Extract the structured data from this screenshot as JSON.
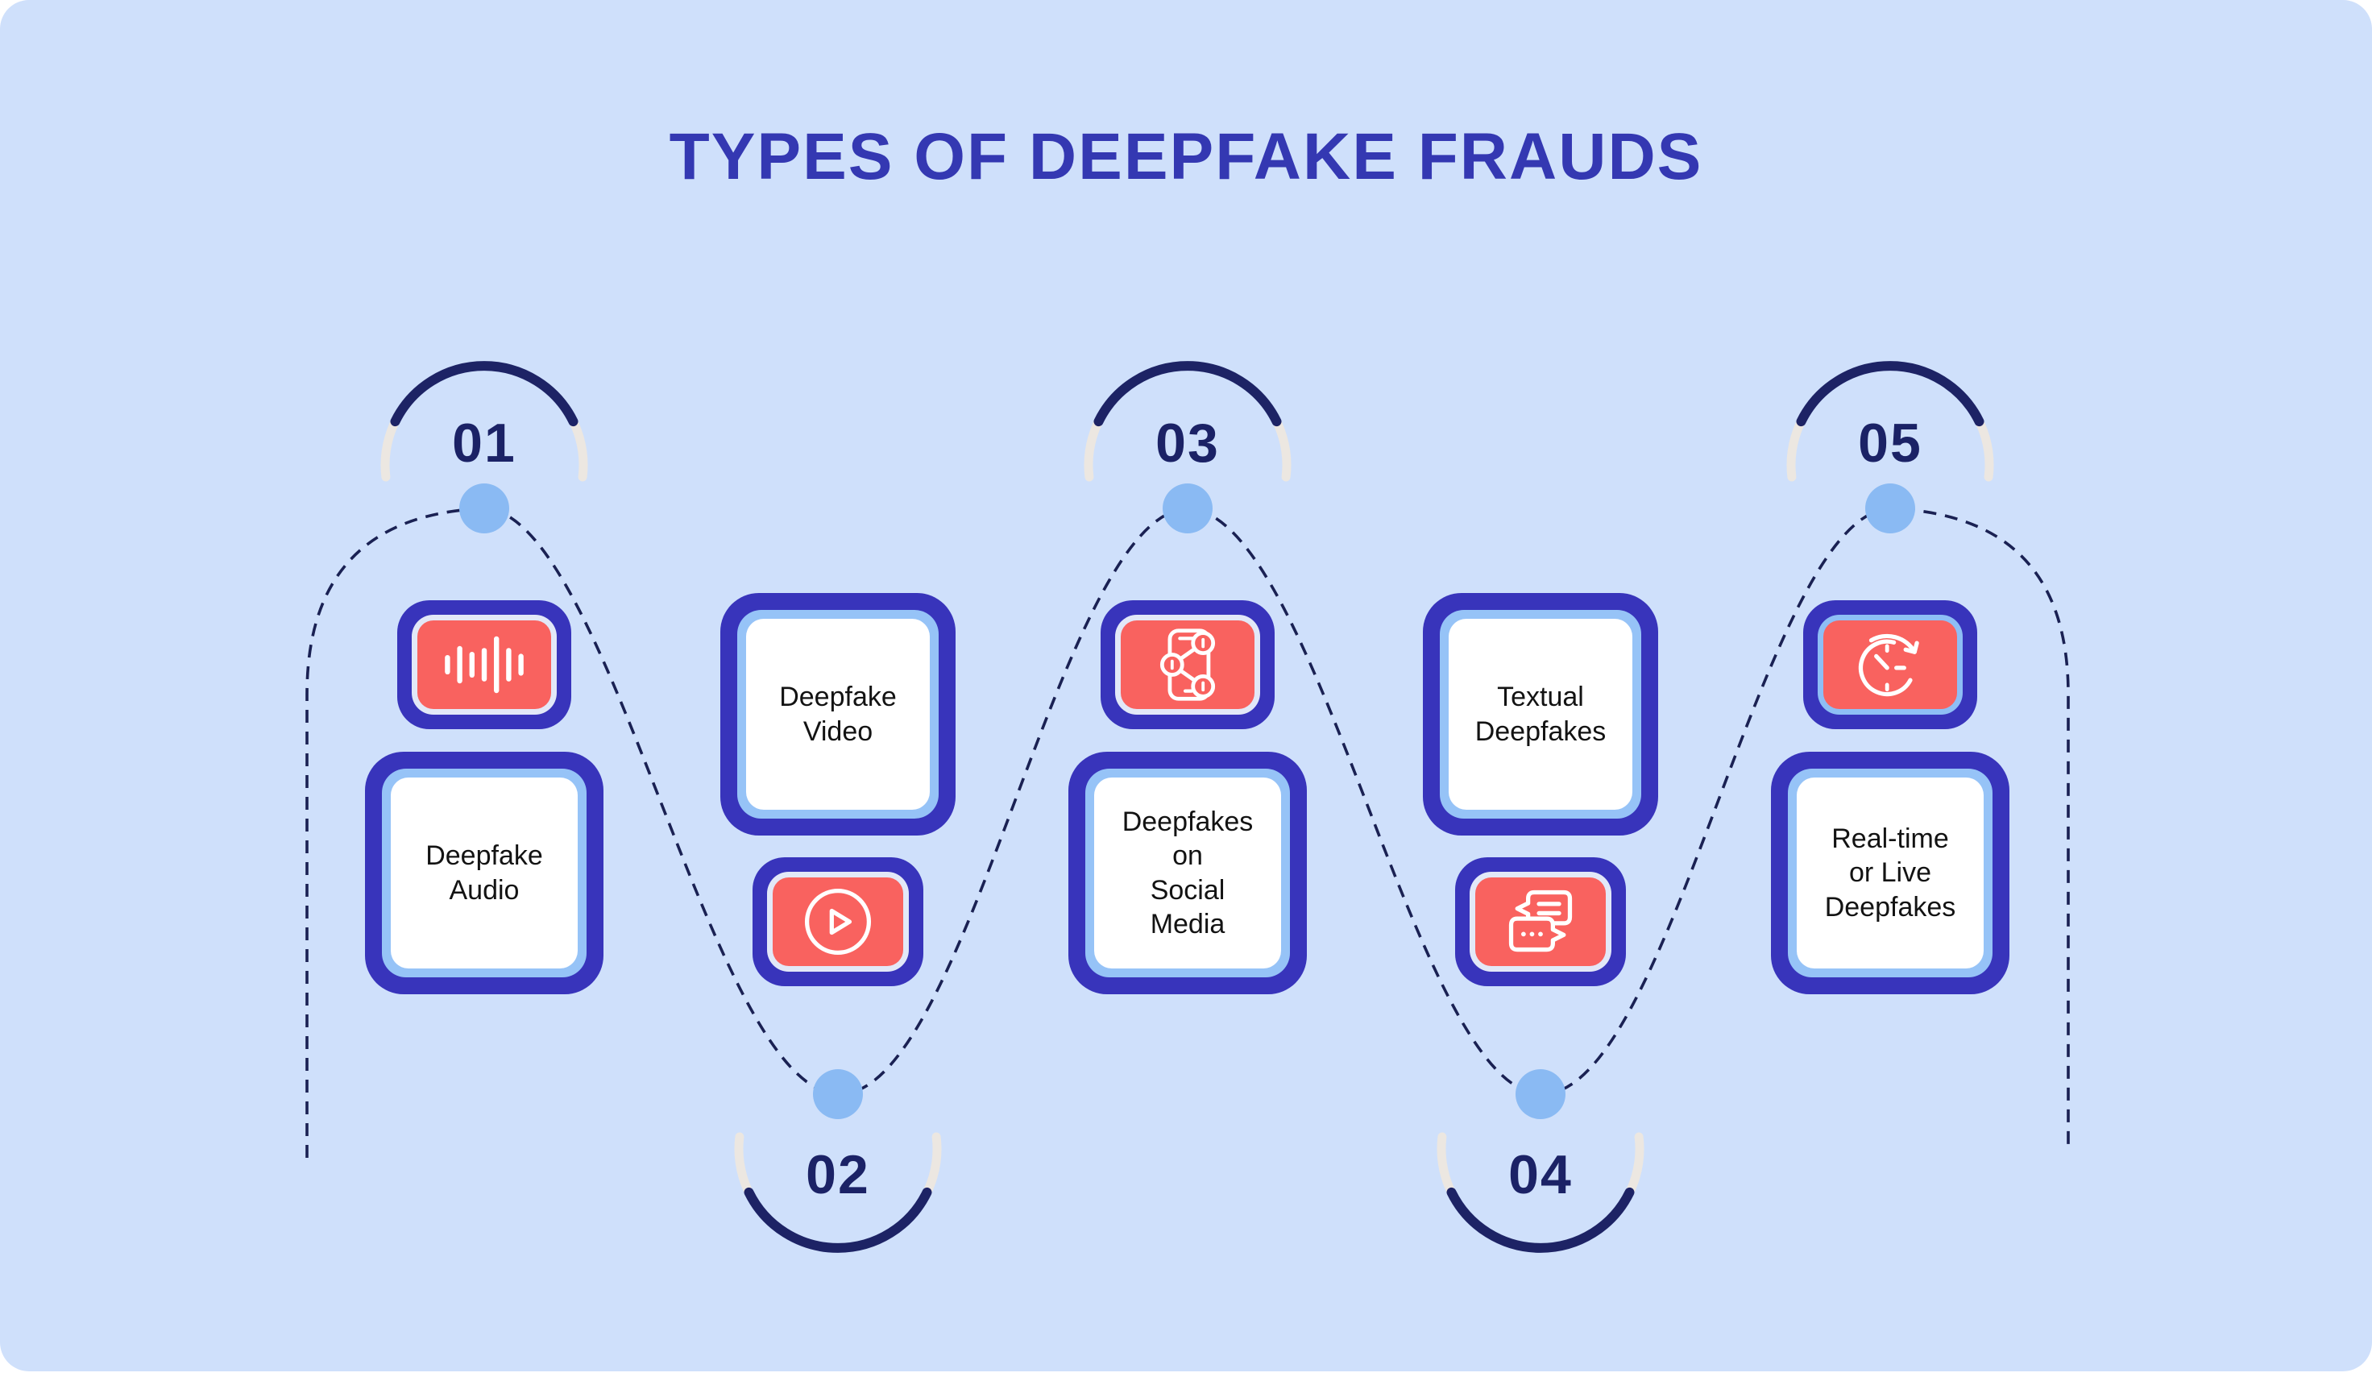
{
  "title": "TYPES OF DEEPFAKE FRAUDS",
  "items": [
    {
      "number": "01",
      "label": "Deepfake\nAudio",
      "icon": "audio-waveform-icon",
      "position": "top"
    },
    {
      "number": "02",
      "label": "Deepfake\nVideo",
      "icon": "video-play-icon",
      "position": "bottom"
    },
    {
      "number": "03",
      "label": "Deepfakes\non\nSocial\nMedia",
      "icon": "phone-share-icon",
      "position": "top"
    },
    {
      "number": "04",
      "label": "Textual\nDeepfakes",
      "icon": "chat-bubbles-icon",
      "position": "bottom"
    },
    {
      "number": "05",
      "label": "Real-time\nor Live\nDeepfakes",
      "icon": "realtime-clock-icon",
      "position": "top"
    }
  ],
  "colors": {
    "canvas_background": "#cfe0fb",
    "title_text": "#3438b2",
    "step_number_text": "#1b2266",
    "arc_navy": "#1d2365",
    "arc_cream": "#ece7e1",
    "dashed_path": "#1a2153",
    "node_dot": "#8abaf3",
    "card_border_indigo": "#3834bb",
    "card_ring_light_blue": "#96c3f7",
    "card_ring_pale": "#e2e8f8",
    "icon_card_red": "#f9625f",
    "label_text": "#131313",
    "icon_stroke": "#ffffff"
  }
}
